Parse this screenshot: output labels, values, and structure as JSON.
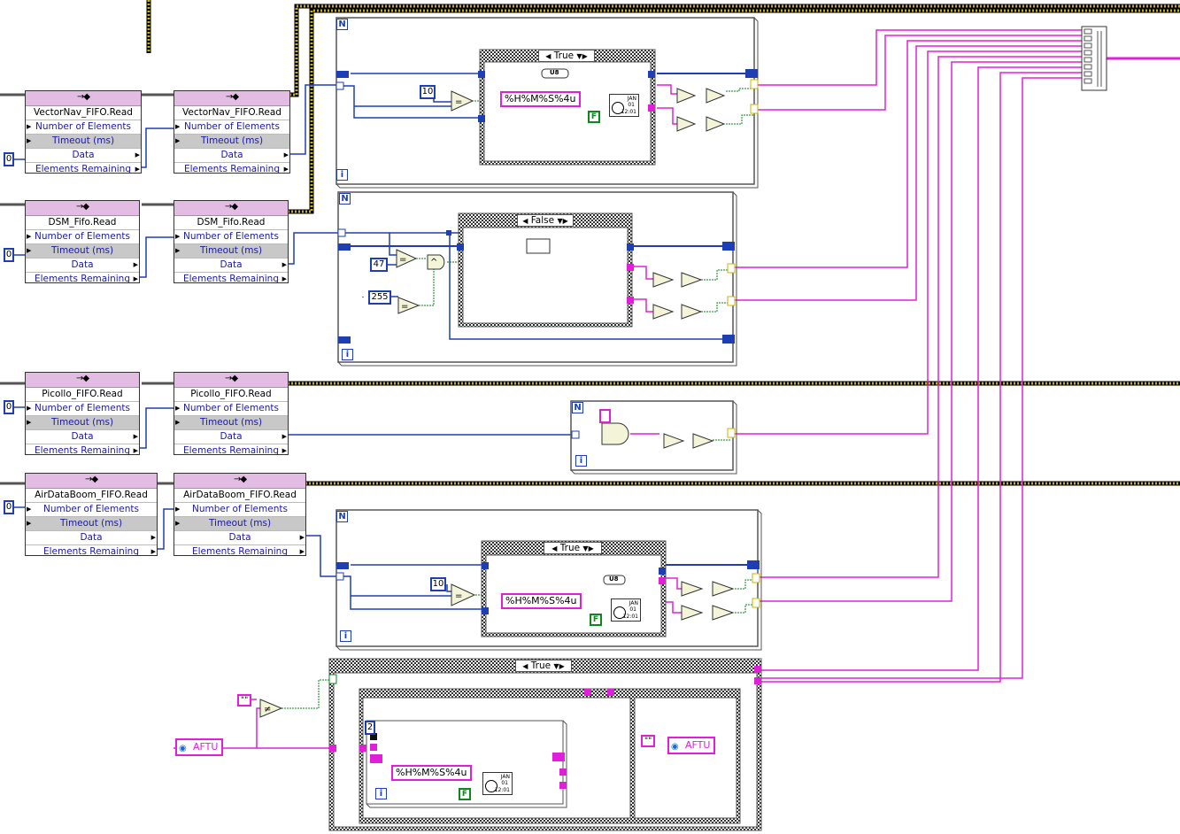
{
  "fifo_nodes": [
    {
      "title": "VectorNav_FIFO.Read",
      "rows": [
        "Number of Elements",
        "Timeout (ms)",
        "Data",
        "Elements Remaining"
      ]
    },
    {
      "title": "VectorNav_FIFO.Read",
      "rows": [
        "Number of Elements",
        "Timeout (ms)",
        "Data",
        "Elements Remaining"
      ]
    },
    {
      "title": "DSM_Fifo.Read",
      "rows": [
        "Number of Elements",
        "Timeout (ms)",
        "Data",
        "Elements Remaining"
      ]
    },
    {
      "title": "DSM_Fifo.Read",
      "rows": [
        "Number of Elements",
        "Timeout (ms)",
        "Data",
        "Elements Remaining"
      ]
    },
    {
      "title": "Picollo_FIFO.Read",
      "rows": [
        "Number of Elements",
        "Timeout (ms)",
        "Data",
        "Elements Remaining"
      ]
    },
    {
      "title": "Picollo_FIFO.Read",
      "rows": [
        "Number of Elements",
        "Timeout (ms)",
        "Data",
        "Elements Remaining"
      ]
    },
    {
      "title": "AirDataBoom_FIFO.Read",
      "rows": [
        "Number of Elements",
        "Timeout (ms)",
        "Data",
        "Elements Remaining"
      ]
    },
    {
      "title": "AirDataBoom_FIFO.Read",
      "rows": [
        "Number of Elements",
        "Timeout (ms)",
        "Data",
        "Elements Remaining"
      ]
    }
  ],
  "zero_constants": [
    "0",
    "0",
    "0",
    "0"
  ],
  "numeric_constants": {
    "vn_ten": "10",
    "dsm_47": "47",
    "dsm_255": "255",
    "adb_ten": "10",
    "seq_iter": "2"
  },
  "format_strings": {
    "vn": "%H%M%S%4u",
    "adb": "%H%M%S%4u",
    "seq": "%H%M%S%4u"
  },
  "case_selectors": {
    "vn": "True",
    "dsm": "False",
    "adb": "True",
    "bottom": "True"
  },
  "loop_labels": {
    "count": "N",
    "iter": "i"
  },
  "bool_constant": "F",
  "u8_label": "U8",
  "empty_string": "\"\"",
  "gdt_label": "AFTU",
  "datetime_icon": {
    "month": "JAN",
    "day": "01",
    "time": "12:01"
  },
  "colors": {
    "int_wire": "#1e3fb4",
    "string_wire": "#e020d8",
    "bool_wire": "#0a8a1a",
    "error_cluster": "#c8b400",
    "node_header": "#e3bce3"
  }
}
